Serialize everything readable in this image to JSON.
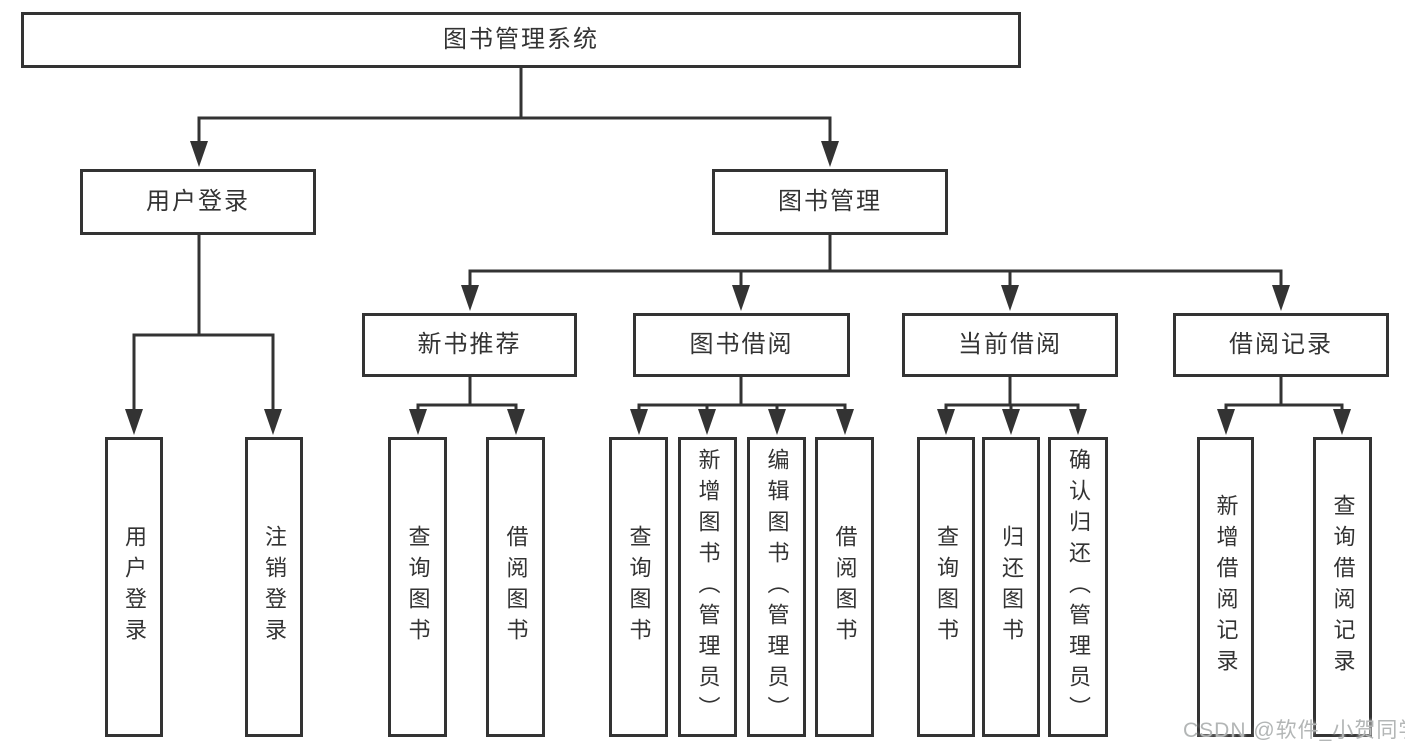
{
  "palette": {
    "line": "#333333",
    "box_border": "#333333",
    "text": "#333333",
    "background": "#ffffff",
    "watermark": "#b3b6b6"
  },
  "watermark": {
    "text": "CSDN @软件_小贺同学"
  },
  "tree": {
    "root": {
      "label": "图书管理系统"
    },
    "branches": [
      {
        "label": "用户登录",
        "children": [
          {
            "label": "用户登录"
          },
          {
            "label": "注销登录"
          }
        ]
      },
      {
        "label": "图书管理",
        "children": [
          {
            "label": "新书推荐",
            "children": [
              {
                "label": "查询图书"
              },
              {
                "label": "借阅图书"
              }
            ]
          },
          {
            "label": "图书借阅",
            "children": [
              {
                "label": "查询图书"
              },
              {
                "label": "新增图书（管理员）"
              },
              {
                "label": "编辑图书（管理员）"
              },
              {
                "label": "借阅图书"
              }
            ]
          },
          {
            "label": "当前借阅",
            "children": [
              {
                "label": "查询图书"
              },
              {
                "label": "归还图书"
              },
              {
                "label": "确认归还（管理员）"
              }
            ]
          },
          {
            "label": "借阅记录",
            "children": [
              {
                "label": "新增借阅记录"
              },
              {
                "label": "查询借阅记录"
              }
            ]
          }
        ]
      }
    ]
  }
}
